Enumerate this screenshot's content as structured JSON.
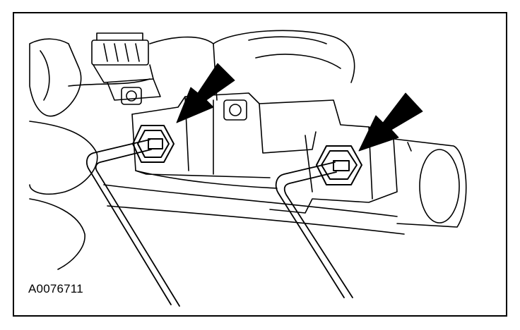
{
  "figure": {
    "id_label": "A0076711",
    "line_color": "#000000",
    "background_color": "#ffffff",
    "callouts": [
      "arrow-pointer",
      "arrow-pointer"
    ]
  }
}
